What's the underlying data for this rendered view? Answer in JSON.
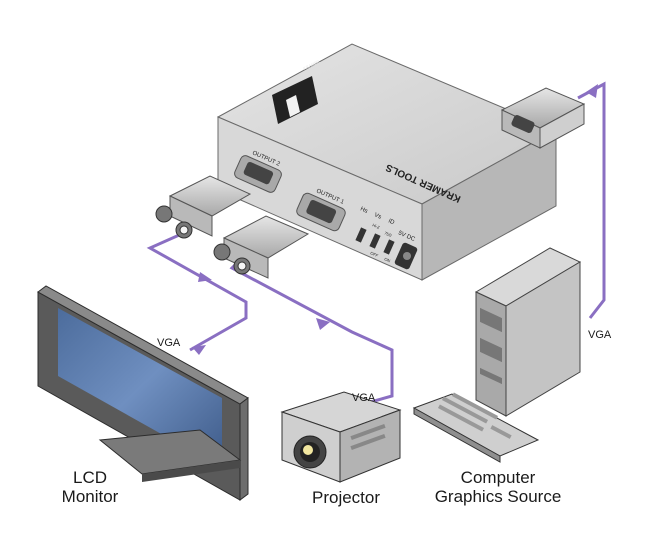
{
  "device": {
    "brand_text": "KRAMER TOOLS",
    "logo_text": "KRAMER",
    "output2_label": "OUTPUT 2",
    "output1_label": "OUTPUT 1",
    "hs_label": "Hs",
    "vs_label": "Vs",
    "id_label": "ID",
    "hiz_label": "Hi-Z",
    "fv_label": "75Ω",
    "on_label": "ON",
    "off_label": "OFF",
    "power_label": "5V DC"
  },
  "cables": {
    "monitor_cable_label": "VGA",
    "projector_cable_label": "VGA",
    "source_cable_label": "VGA",
    "cable_color": "#8a6fc2"
  },
  "labels": {
    "lcd_line1": "LCD",
    "lcd_line2": "Monitor",
    "projector": "Projector",
    "source_line1": "Computer",
    "source_line2": "Graphics Source"
  }
}
